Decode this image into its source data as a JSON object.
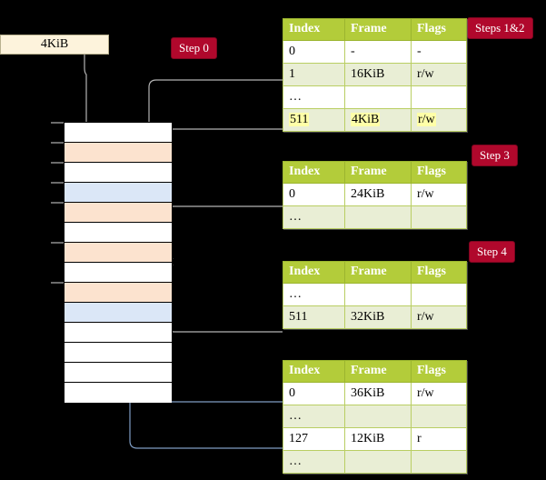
{
  "diagram": {
    "title_badges": [
      {
        "id": "step0",
        "label": "Step 0"
      },
      {
        "id": "steps12",
        "label": "Steps 1&2"
      },
      {
        "id": "step3",
        "label": "Step 3"
      },
      {
        "id": "step4",
        "label": "Step 4"
      }
    ],
    "source_box": {
      "label": "4KiB"
    },
    "memory": {
      "rows": [
        {
          "fill": "white"
        },
        {
          "fill": "peach"
        },
        {
          "fill": "white"
        },
        {
          "fill": "blue"
        },
        {
          "fill": "peach"
        },
        {
          "fill": "white"
        },
        {
          "fill": "peach"
        },
        {
          "fill": "white"
        },
        {
          "fill": "peach"
        },
        {
          "fill": "blue"
        },
        {
          "fill": "white"
        },
        {
          "fill": "white"
        },
        {
          "fill": "white"
        },
        {
          "fill": "white"
        }
      ]
    },
    "tables": [
      {
        "id": "l4",
        "columns": [
          "Index",
          "Frame",
          "Flags"
        ],
        "rows": [
          {
            "cells": [
              "0",
              "-",
              "-"
            ],
            "alt": false,
            "highlight": false
          },
          {
            "cells": [
              "1",
              "16KiB",
              "r/w"
            ],
            "alt": true,
            "highlight": false
          },
          {
            "cells": [
              "…",
              "",
              ""
            ],
            "alt": false,
            "highlight": false
          },
          {
            "cells": [
              "511",
              "4KiB",
              "r/w"
            ],
            "alt": true,
            "highlight": true
          }
        ]
      },
      {
        "id": "l3",
        "columns": [
          "Index",
          "Frame",
          "Flags"
        ],
        "rows": [
          {
            "cells": [
              "0",
              "24KiB",
              "r/w"
            ],
            "alt": false,
            "highlight": false
          },
          {
            "cells": [
              "…",
              "",
              ""
            ],
            "alt": true,
            "highlight": false
          }
        ]
      },
      {
        "id": "l2",
        "columns": [
          "Index",
          "Frame",
          "Flags"
        ],
        "rows": [
          {
            "cells": [
              "…",
              "",
              ""
            ],
            "alt": false,
            "highlight": false
          },
          {
            "cells": [
              "511",
              "32KiB",
              "r/w"
            ],
            "alt": true,
            "highlight": false
          }
        ]
      },
      {
        "id": "l1",
        "columns": [
          "Index",
          "Frame",
          "Flags"
        ],
        "rows": [
          {
            "cells": [
              "0",
              "36KiB",
              "r/w"
            ],
            "alt": false,
            "highlight": false
          },
          {
            "cells": [
              "…",
              "",
              ""
            ],
            "alt": true,
            "highlight": false
          },
          {
            "cells": [
              "127",
              "12KiB",
              "r"
            ],
            "alt": false,
            "highlight": false
          },
          {
            "cells": [
              "…",
              "",
              ""
            ],
            "alt": true,
            "highlight": false
          }
        ]
      }
    ],
    "colors": {
      "badge_bg": "#b0082c",
      "table_header_bg": "#b3cc3a",
      "table_alt_row_bg": "#e9eed5",
      "highlight_bg": "#ffffa8",
      "memory_peach": "#fce3cf",
      "memory_blue": "#dbe7f7",
      "source_box_bg": "#fdf3dc",
      "gray_wire": "#b4b4b4",
      "blue_wire": "#7f9dc4",
      "background": "#000000"
    }
  }
}
